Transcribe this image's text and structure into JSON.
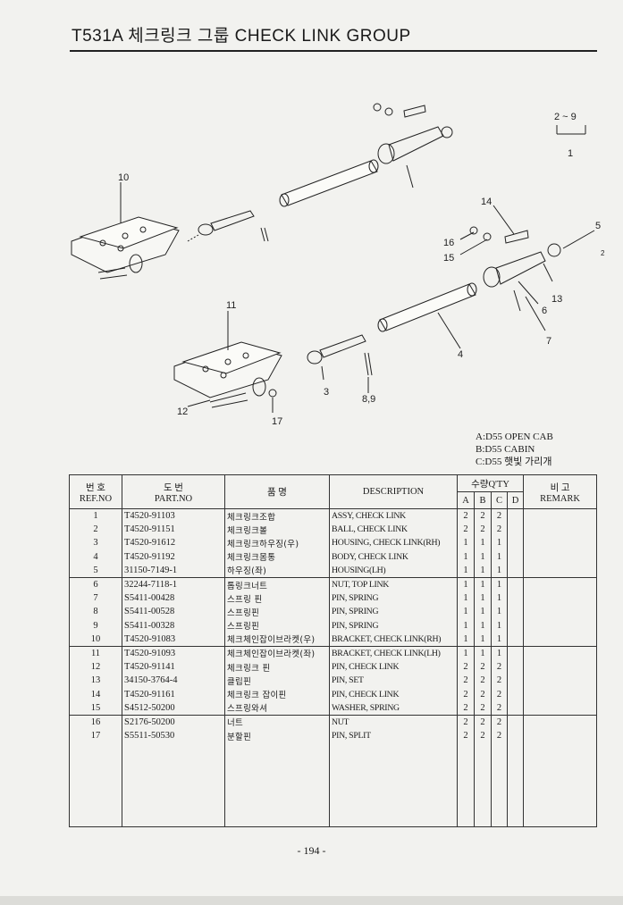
{
  "title": "T531A 체크링크 그룹 CHECK LINK GROUP",
  "diagram": {
    "callouts": [
      "2 ~ 9",
      "1",
      "10",
      "14",
      "5",
      "2",
      "16",
      "15",
      "13",
      "6",
      "7",
      "11",
      "4",
      "3",
      "8,9",
      "12",
      "17"
    ]
  },
  "legend": {
    "a": "A:D55 OPEN CAB",
    "b": "B:D55 CABIN",
    "c": "C:D55 햇빛 가리개"
  },
  "table": {
    "headers": {
      "ref_ko": "번 호",
      "ref_en": "REF.NO",
      "part_ko": "도 번",
      "part_en": "PART.NO",
      "name_ko": "품 명",
      "desc": "DESCRIPTION",
      "qty": "수량Q'TY",
      "qa": "A",
      "qb": "B",
      "qc": "C",
      "qd": "D",
      "remark_ko": "비 고",
      "remark_en": "REMARK"
    },
    "rows": [
      {
        "ref": "1",
        "part": "T4520-91103",
        "name": "체크링크조합",
        "desc": "ASSY, CHECK LINK",
        "a": "2",
        "b": "2",
        "c": "2",
        "d": ""
      },
      {
        "ref": "2",
        "part": "T4520-91151",
        "name": "체크링크볼",
        "desc": "BALL, CHECK LINK",
        "a": "2",
        "b": "2",
        "c": "2",
        "d": ""
      },
      {
        "ref": "3",
        "part": "T4520-91612",
        "name": "체크링크하우징(우)",
        "desc": "HOUSING, CHECK LINK(RH)",
        "a": "1",
        "b": "1",
        "c": "1",
        "d": ""
      },
      {
        "ref": "4",
        "part": "T4520-91192",
        "name": "체크링크몸통",
        "desc": "BODY, CHECK LINK",
        "a": "1",
        "b": "1",
        "c": "1",
        "d": ""
      },
      {
        "ref": "5",
        "part": "31150-7149-1",
        "name": "하우징(좌)",
        "desc": "HOUSING(LH)",
        "a": "1",
        "b": "1",
        "c": "1",
        "d": ""
      },
      {
        "ref": "6",
        "part": "32244-7118-1",
        "name": "톱링크너트",
        "desc": "NUT, TOP LINK",
        "a": "1",
        "b": "1",
        "c": "1",
        "d": ""
      },
      {
        "ref": "7",
        "part": "S5411-00428",
        "name": "스프링 핀",
        "desc": "PIN, SPRING",
        "a": "1",
        "b": "1",
        "c": "1",
        "d": ""
      },
      {
        "ref": "8",
        "part": "S5411-00528",
        "name": "스프링핀",
        "desc": "PIN, SPRING",
        "a": "1",
        "b": "1",
        "c": "1",
        "d": ""
      },
      {
        "ref": "9",
        "part": "S5411-00328",
        "name": "스프링핀",
        "desc": "PIN, SPRING",
        "a": "1",
        "b": "1",
        "c": "1",
        "d": ""
      },
      {
        "ref": "10",
        "part": "T4520-91083",
        "name": "체크체인잡이브라켓(우)",
        "desc": "BRACKET, CHECK LINK(RH)",
        "a": "1",
        "b": "1",
        "c": "1",
        "d": ""
      },
      {
        "ref": "11",
        "part": "T4520-91093",
        "name": "체크체인잡이브라켓(좌)",
        "desc": "BRACKET, CHECK LINK(LH)",
        "a": "1",
        "b": "1",
        "c": "1",
        "d": ""
      },
      {
        "ref": "12",
        "part": "T4520-91141",
        "name": "체크링크 핀",
        "desc": "PIN, CHECK LINK",
        "a": "2",
        "b": "2",
        "c": "2",
        "d": ""
      },
      {
        "ref": "13",
        "part": "34150-3764-4",
        "name": "클립핀",
        "desc": "PIN, SET",
        "a": "2",
        "b": "2",
        "c": "2",
        "d": ""
      },
      {
        "ref": "14",
        "part": "T4520-91161",
        "name": "체크링크 잡이핀",
        "desc": "PIN, CHECK LINK",
        "a": "2",
        "b": "2",
        "c": "2",
        "d": ""
      },
      {
        "ref": "15",
        "part": "S4512-50200",
        "name": "스프링와셔",
        "desc": "WASHER, SPRING",
        "a": "2",
        "b": "2",
        "c": "2",
        "d": ""
      },
      {
        "ref": "16",
        "part": "S2176-50200",
        "name": "너트",
        "desc": "NUT",
        "a": "2",
        "b": "2",
        "c": "2",
        "d": ""
      },
      {
        "ref": "17",
        "part": "S5511-50530",
        "name": "분할핀",
        "desc": "PIN, SPLIT",
        "a": "2",
        "b": "2",
        "c": "2",
        "d": ""
      }
    ]
  },
  "page_number": "- 194 -"
}
